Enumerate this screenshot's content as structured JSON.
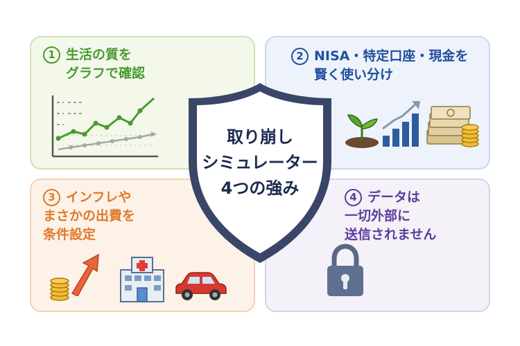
{
  "center": {
    "title_lines": [
      "取り崩し",
      "シミュレーター",
      "4つの強み"
    ]
  },
  "cards": [
    {
      "number": "1",
      "lines": [
        "生活の質を",
        "グラフで確認"
      ],
      "color": "#4a9a2f",
      "icon": "line-chart-icon"
    },
    {
      "number": "2",
      "lines": [
        "NISA・特定口座・現金を",
        "賢く使い分け"
      ],
      "color": "#1f4f9d",
      "icons": [
        "sprout-icon",
        "rising-bar-chart-icon",
        "cash-and-coins-icon"
      ]
    },
    {
      "number": "3",
      "lines": [
        "インフレや",
        "まさかの出費を",
        "条件設定"
      ],
      "color": "#e0792a",
      "icons": [
        "coin-stack-icon",
        "up-arrow-icon",
        "hospital-icon",
        "car-icon"
      ]
    },
    {
      "number": "4",
      "lines": [
        "データは",
        "一切外部に",
        "送信されません"
      ],
      "color": "#5c3d99",
      "icon": "padlock-icon"
    }
  ]
}
